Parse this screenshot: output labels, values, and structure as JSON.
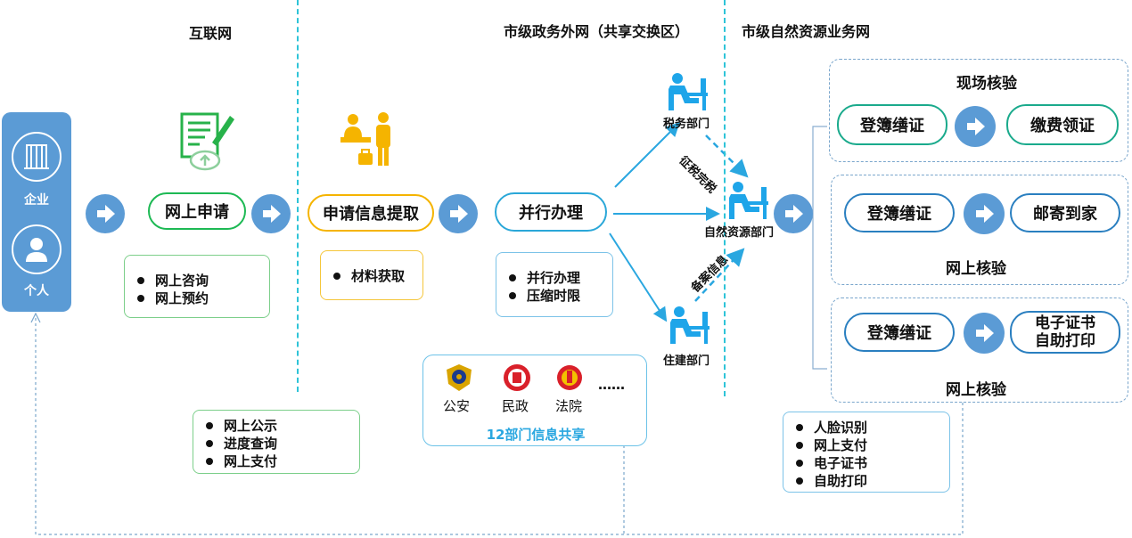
{
  "zones": {
    "internet": "互联网",
    "exchange": "市级政务外网（共享交换区）",
    "business": "市级自然资源业务网"
  },
  "side": {
    "enterprise": "企业",
    "individual": "个人"
  },
  "steps": {
    "online_apply": "网上申请",
    "info_extract": "申请信息提取",
    "parallel": "并行办理"
  },
  "boxes": {
    "apply": [
      "网上咨询",
      "网上预约"
    ],
    "extract": [
      "材料获取"
    ],
    "parallel": [
      "并行办理",
      "压缩时限"
    ],
    "bottom_left": [
      "网上公示",
      "进度查询",
      "网上支付"
    ],
    "bottom_right": [
      "人脸识别",
      "网上支付",
      "电子证书",
      "自助打印"
    ]
  },
  "departments": {
    "tax": "税务部门",
    "natural": "自然资源部门",
    "housing": "住建部门"
  },
  "flow_labels": {
    "tax_done": "征税完税",
    "filing": "备案信息"
  },
  "share": {
    "items": [
      "公安",
      "民政",
      "法院"
    ],
    "ellipsis": "……",
    "title": "12部门信息共享"
  },
  "groups": {
    "onsite": {
      "label": "现场核验",
      "left": "登簿缮证",
      "right": "缴费领证"
    },
    "mail": {
      "label": "网上核验",
      "left": "登簿缮证",
      "right": "邮寄到家"
    },
    "ecert": {
      "label": "网上核验",
      "left": "登簿缮证",
      "right_line1": "电子证书",
      "right_line2": "自助打印"
    }
  },
  "colors": {
    "accent_blue": "#5b9bd5",
    "green": "#1db954",
    "yellow": "#f5b400",
    "cyan": "#2aa7d8",
    "dept_icon": "#1ea5e9"
  },
  "icons": [
    "building-icon",
    "person-icon",
    "document-edit-icon",
    "reception-icon",
    "desk-worker-icon",
    "police-emblem-icon",
    "civil-affairs-emblem-icon",
    "court-emblem-icon",
    "arrow-right-icon"
  ]
}
